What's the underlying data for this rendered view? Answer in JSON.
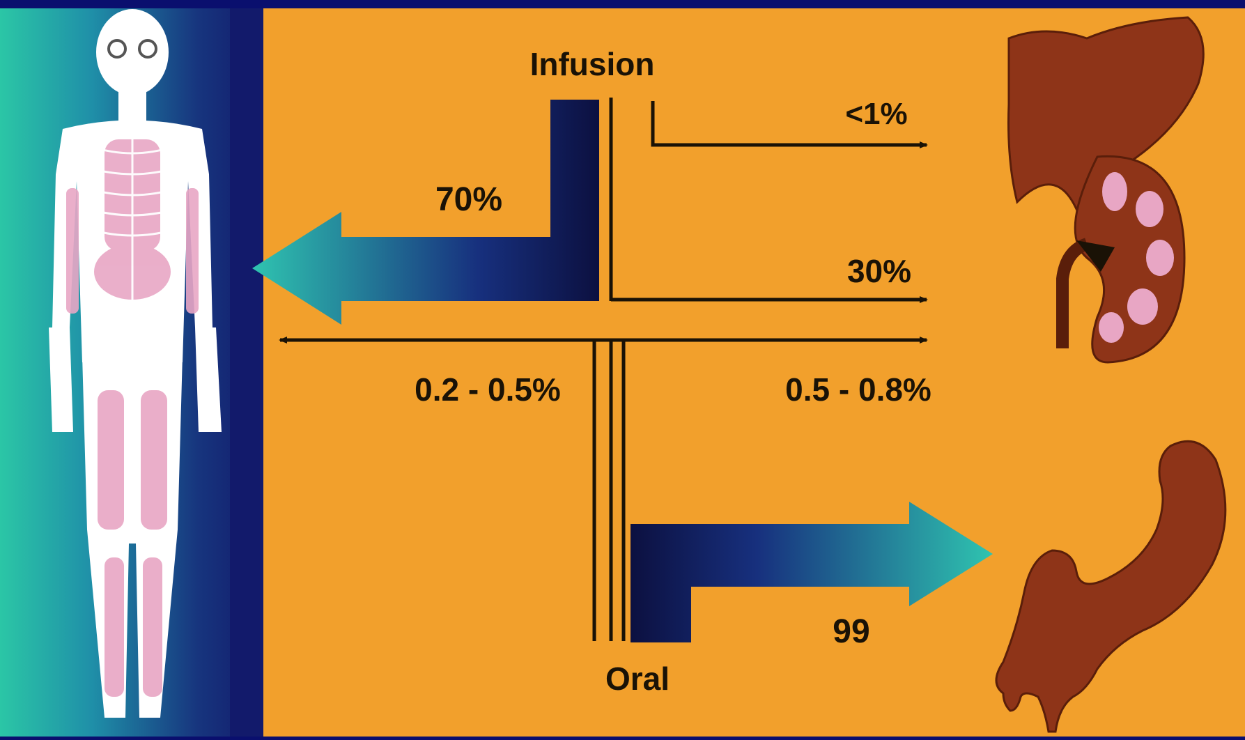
{
  "colors": {
    "background": "#F2A02C",
    "frame": "#0A0F6E",
    "panel_dark": "#121A6B",
    "arrow_dark": "#0C1040",
    "arrow_teal": "#2FC4B0",
    "line": "#1A1206",
    "organ": "#8E3418",
    "bone_white": "#FFFFFF",
    "muscle_pink": "#E8A6C4"
  },
  "labels": {
    "infusion": "Infusion",
    "oral": "Oral",
    "liver_pct": "<1%",
    "tissue_pct": "70%",
    "kidney_pct": "30%",
    "left_exchange_pct": "0.2 - 0.5%",
    "right_exchange_pct": "0.5 - 0.8%",
    "feces_pct": "99"
  },
  "icons": {
    "body": "human-skeleton-figure",
    "liver": "liver-icon",
    "kidney": "kidney-icon",
    "intestine": "large-intestine-icon"
  }
}
